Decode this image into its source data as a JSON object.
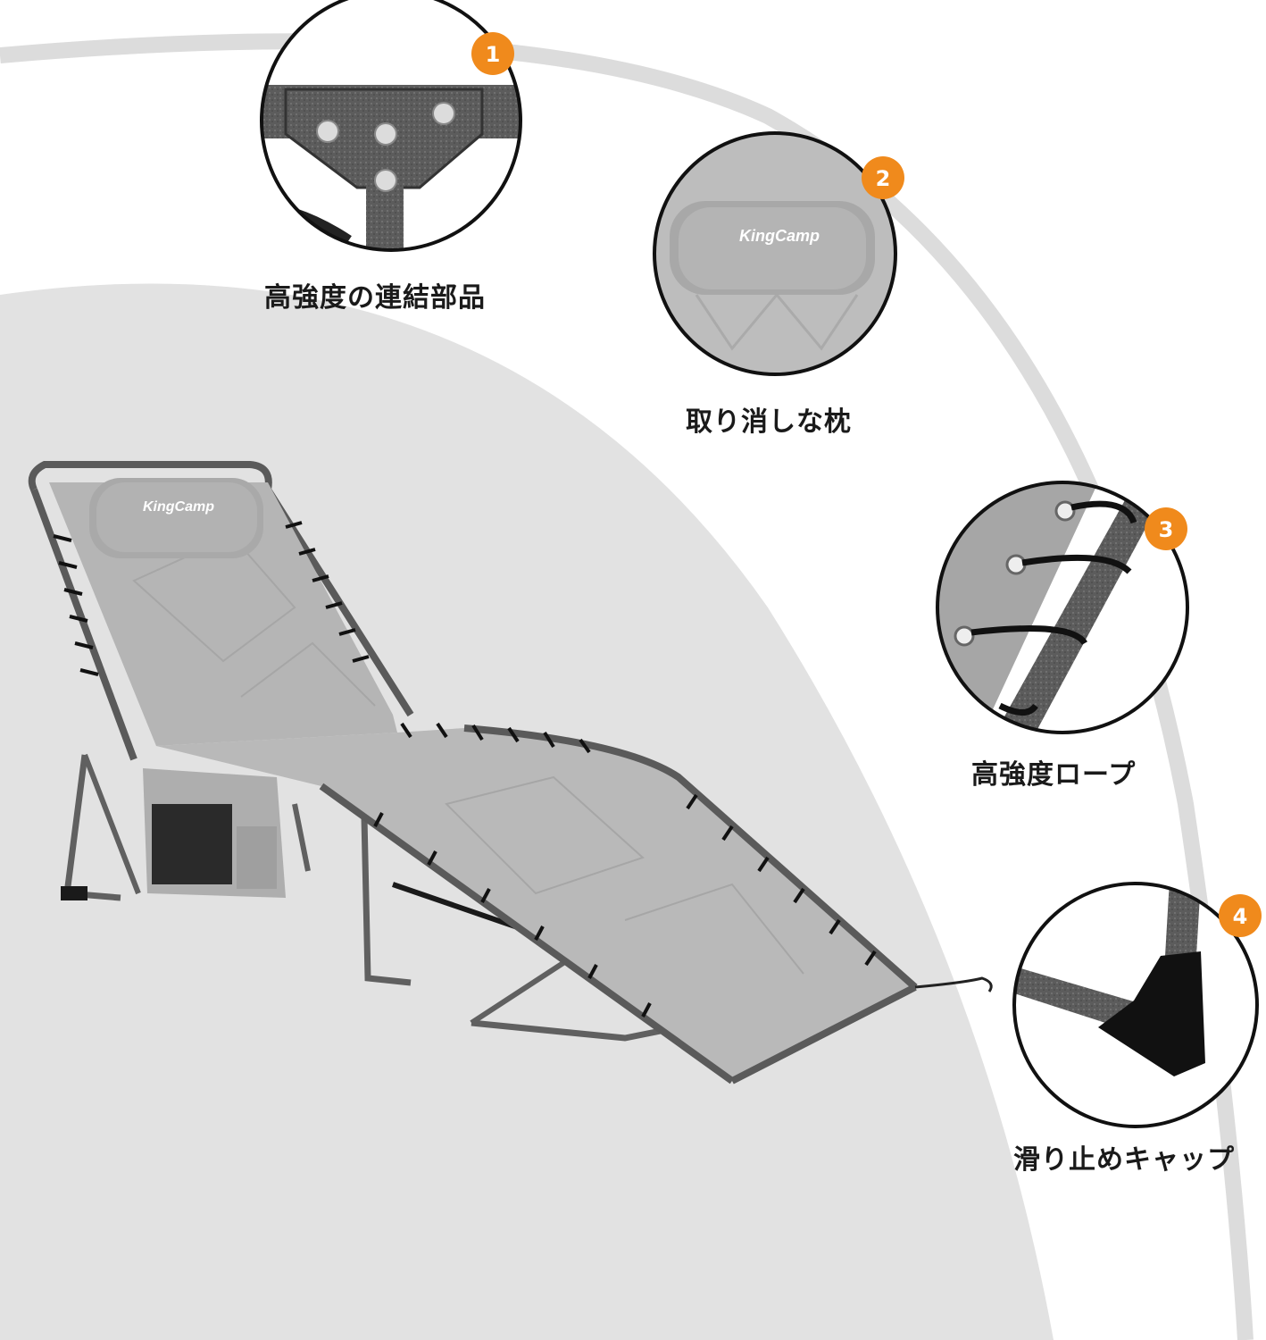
{
  "brand": "KingCamp",
  "colors": {
    "badge": "#f08a1c",
    "arc": "#d9d9d9",
    "blob": "#e0e0e0",
    "fabric": "#b4b4b4",
    "frame": "#5a5a5a"
  },
  "features": [
    {
      "number": "1",
      "label": "高強度の連結部品",
      "icon": "joint-plate"
    },
    {
      "number": "2",
      "label": "取り消しな枕",
      "icon": "pillow"
    },
    {
      "number": "3",
      "label": "高強度ロープ",
      "icon": "bungee-rope"
    },
    {
      "number": "4",
      "label": "滑り止めキャップ",
      "icon": "foot-cap"
    }
  ]
}
